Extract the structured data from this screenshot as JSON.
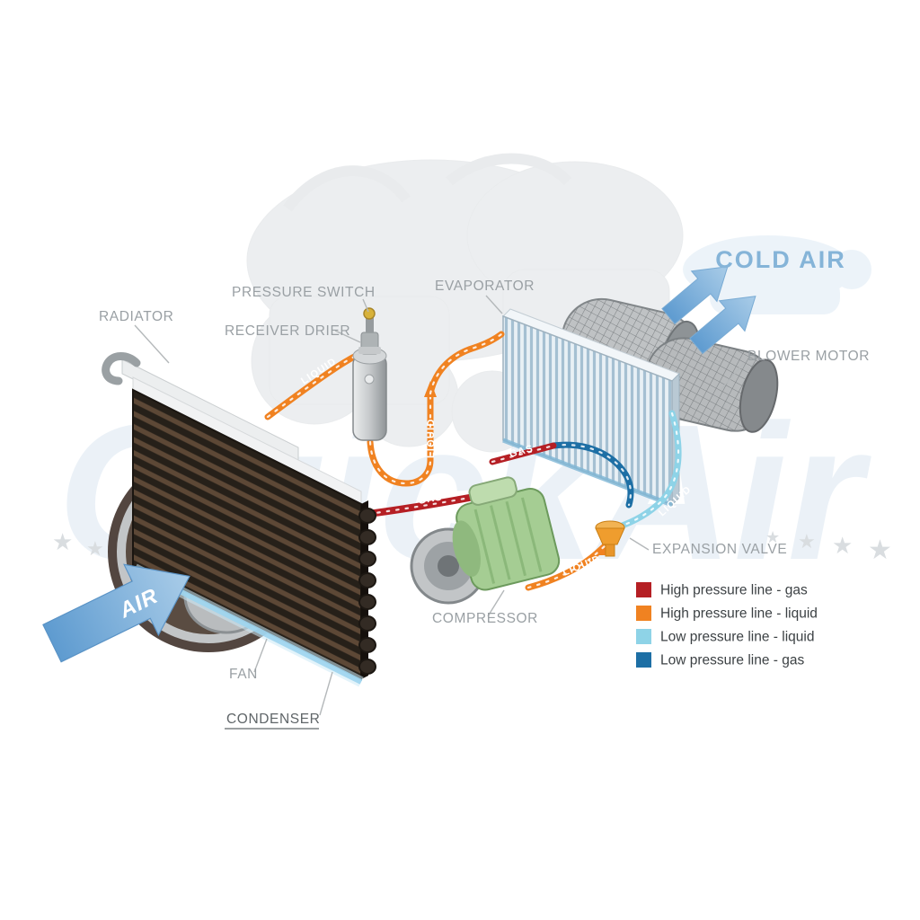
{
  "diagram": {
    "watermark": "QuickAir",
    "cold_air": "COLD AIR",
    "air": "AIR",
    "labels": {
      "radiator": "RADIATOR",
      "pressure_switch": "PRESSURE SWITCH",
      "receiver_drier": "RECEIVER DRIER",
      "evaporator": "EVAPORATOR",
      "blower_motor": "BLOWER MOTOR",
      "expansion_valve": "EXPANSION VALVE",
      "compressor": "COMPRESSOR",
      "fan": "FAN",
      "condenser": "CONDENSER"
    },
    "pipe_labels": {
      "liquid": "LIQUID",
      "gas": "GAS"
    },
    "colors": {
      "high_pressure_gas": "#b51f24",
      "high_pressure_liquid": "#f08221",
      "low_pressure_liquid": "#8ed3e7",
      "low_pressure_gas": "#1d6fa5",
      "cold_air_text": "#85b4d8"
    },
    "legend": {
      "items": [
        {
          "color": "#b51f24",
          "label": "High pressure line - gas"
        },
        {
          "color": "#f08221",
          "label": "High pressure line - liquid"
        },
        {
          "color": "#8ed3e7",
          "label": "Low pressure line - liquid"
        },
        {
          "color": "#1d6fa5",
          "label": "Low pressure line -  gas"
        }
      ]
    }
  }
}
